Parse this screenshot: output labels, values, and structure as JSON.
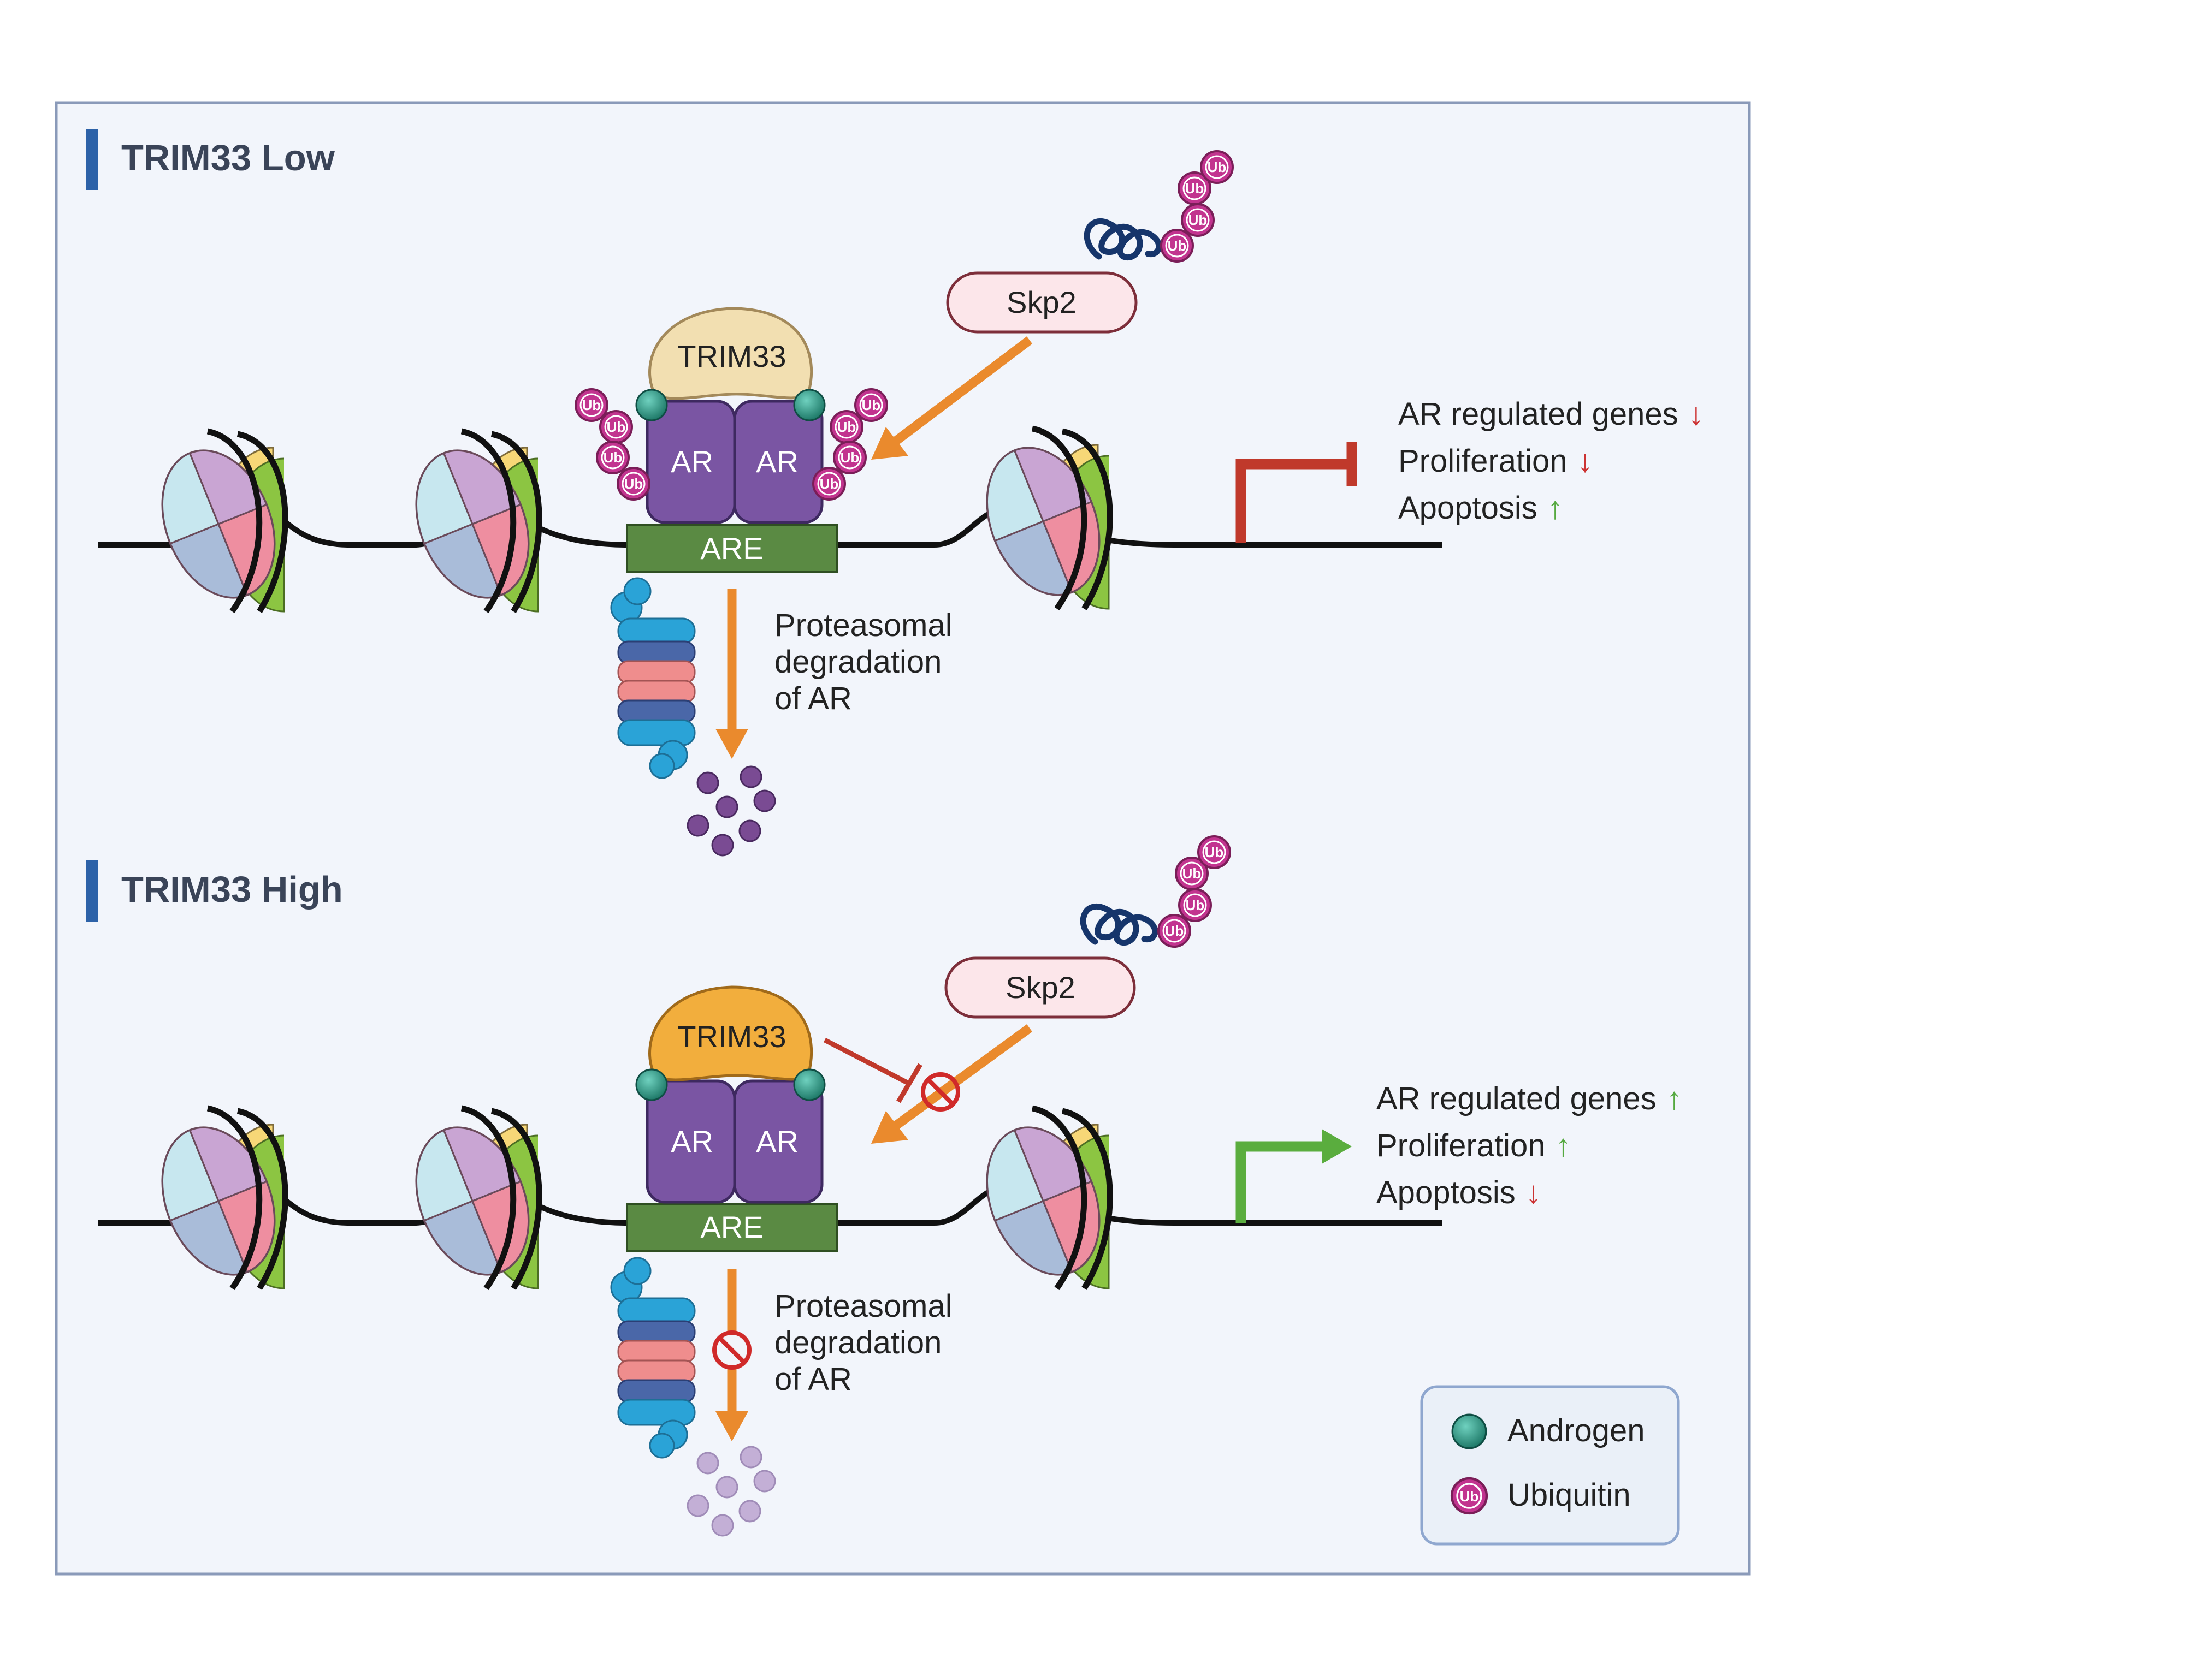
{
  "panels": [
    {
      "heading": "TRIM33 Low",
      "trim33_label": "TRIM33",
      "ar_labels": [
        "AR",
        "AR"
      ],
      "are_label": "ARE",
      "skp2_label": "Skp2",
      "ub_label": "Ub",
      "degradation_text": [
        "Proteasomal",
        "degradation",
        "of AR"
      ],
      "outcomes": [
        {
          "text": "AR regulated genes",
          "arrow": "↓"
        },
        {
          "text": "Proliferation",
          "arrow": "↓"
        },
        {
          "text": "Apoptosis",
          "arrow": "↑"
        }
      ],
      "colors": {
        "trim33": "#f2dfb1",
        "promoter_arrow": "#c0392b",
        "degradation_dots": "#7a4b93"
      }
    },
    {
      "heading": "TRIM33 High",
      "trim33_label": "TRIM33",
      "ar_labels": [
        "AR",
        "AR"
      ],
      "are_label": "ARE",
      "skp2_label": "Skp2",
      "ub_label": "Ub",
      "degradation_text": [
        "Proteasomal",
        "degradation",
        "of AR"
      ],
      "outcomes": [
        {
          "text": "AR regulated genes",
          "arrow": "↑"
        },
        {
          "text": "Proliferation",
          "arrow": "↑"
        },
        {
          "text": "Apoptosis",
          "arrow": "↓"
        }
      ],
      "colors": {
        "trim33": "#f2ae3d",
        "promoter_arrow": "#5aad3e",
        "degradation_dots": "#c3afd6"
      }
    }
  ],
  "legend": {
    "items": [
      {
        "label": "Androgen",
        "icon": "androgen-icon"
      },
      {
        "label": "Ubiquitin",
        "icon": "ubiquitin-icon",
        "icon_text": "Ub"
      }
    ]
  },
  "colors": {
    "panel_bg": "#f2f5fb",
    "panel_border": "#8a9ab9",
    "heading_bar": "#2d62a8",
    "ar": "#7a55a3",
    "are": "#5a8a43",
    "skp2_fill": "#fce6ea",
    "skp2_border": "#7d2e3a",
    "orange_arrow": "#ea8a2d",
    "ubiquitin": "#c2348f",
    "androgen": "#2a8c7a",
    "down_arrow": "#cc3333",
    "up_arrow": "#55a940",
    "inhibit": "#c0392b"
  }
}
